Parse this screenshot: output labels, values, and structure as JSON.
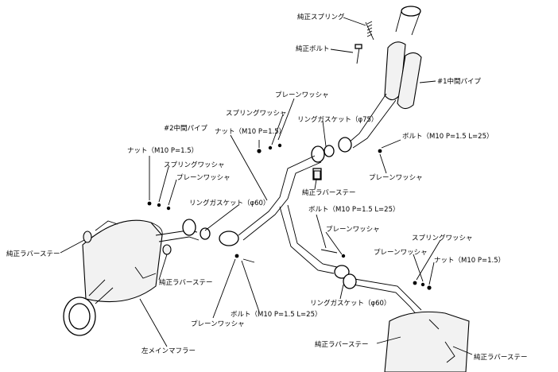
{
  "labels": {
    "oem_spring": "純正スプリング",
    "oem_bolt": "純正ボルト",
    "mid_pipe_1": "#1中間パイプ",
    "plain_washer_top": "プレーンワッシャ",
    "spring_washer_top": "スプリングワッシャ",
    "ring_gasket_75": "リングガスケット（φ75）",
    "nut_top": "ナット（M10 P=1.5）",
    "mid_pipe_2": "#2中間パイプ",
    "bolt_right": "ボルト（M10 P=1.5 L=25）",
    "plain_washer_right": "プレーンワッシャ",
    "nut_left": "ナット（M10 P=1.5）",
    "spring_washer_left": "スプリングワッシャ",
    "plain_washer_left": "プレーンワッシャ",
    "ring_gasket_60_left": "リングガスケット（φ60）",
    "oem_rubber_stay_center": "純正ラバーステー",
    "bolt_center": "ボルト（M10 P=1.5 L=25）",
    "plain_washer_center": "プレーンワッシャ",
    "spring_washer_right2": "スプリングワッシャ",
    "plain_washer_right2": "プレーンワッシャ",
    "nut_right2": "ナット（M10 P=1.5）",
    "oem_rubber_stay_left": "純正ラバーステー",
    "oem_rubber_stay_left2": "純正ラバーステー",
    "bolt_bottom": "ボルト（M10 P=1.5 L=25）",
    "plain_washer_bottom": "プレーンワッシャ",
    "left_main_muffler": "左メインマフラー",
    "ring_gasket_60_bottom": "リングガスケット（φ60）",
    "oem_rubber_stay_bottom": "純正ラバーステー",
    "oem_rubber_stay_bottom_right": "純正ラバーステー"
  }
}
